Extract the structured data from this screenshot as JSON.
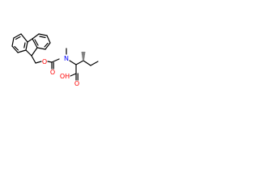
{
  "structure": {
    "atoms": {
      "o_ester": "O",
      "o_carbonyl": "O",
      "n_label": "N",
      "acid_oxygen": "O",
      "acid_hydroxyl": "OH"
    },
    "colors": {
      "bond": "#000000",
      "oxygen": "#ff0000",
      "nitrogen": "#0000ff",
      "background": "#ffffff"
    }
  }
}
